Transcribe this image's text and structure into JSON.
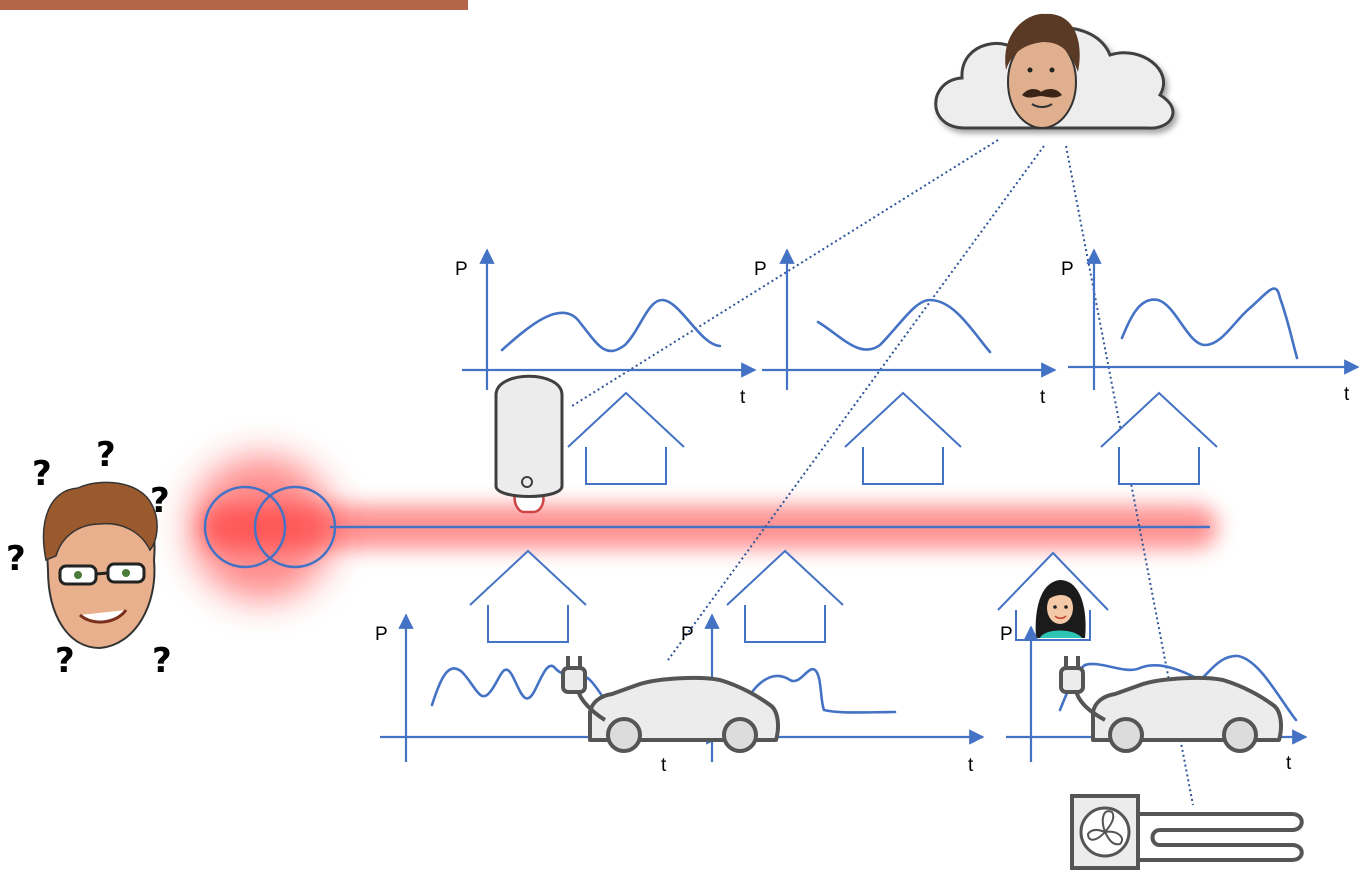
{
  "top_bar": {
    "color": "#b3664a"
  },
  "colors": {
    "accent": "#4472c4",
    "grid_glow": "#ff3b3b",
    "dotted_link": "#2f5597",
    "device_stroke": "#555555",
    "device_fill": "#ececec"
  },
  "icons": {
    "confused_operator": "confused-operator-face-icon",
    "cloud_aggregator": "cloud-aggregator-icon",
    "transformer": "transformer-icon",
    "water_heater": "water-heater-icon",
    "electric_car": "electric-car-icon",
    "plug": "plug-icon",
    "heat_pump": "heat-pump-icon",
    "house": "house-icon",
    "resident": "woman-resident-icon"
  },
  "confusion_marks": [
    "?",
    "?",
    "?",
    "?",
    "?",
    "?"
  ],
  "plots": [
    {
      "id": "top-1",
      "y_label": "P",
      "x_label": "t"
    },
    {
      "id": "top-2",
      "y_label": "P",
      "x_label": "t"
    },
    {
      "id": "top-3",
      "y_label": "P",
      "x_label": "t"
    },
    {
      "id": "bottom-1",
      "y_label": "P",
      "x_label": "t"
    },
    {
      "id": "bottom-2",
      "y_label": "P",
      "x_label": "t"
    },
    {
      "id": "bottom-3",
      "y_label": "P",
      "x_label": "t"
    }
  ]
}
